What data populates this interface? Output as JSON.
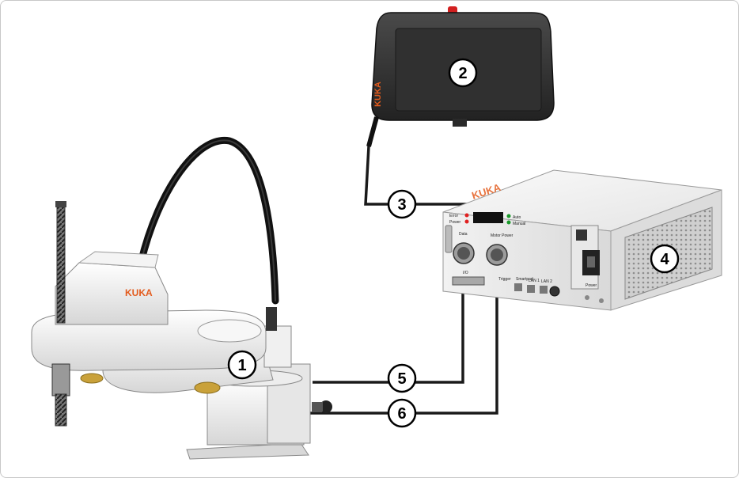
{
  "brand": {
    "label": "KUKA",
    "color": "#e35b1d"
  },
  "components": [
    {
      "id": "robot",
      "callout": "1",
      "icon": "scara-robot"
    },
    {
      "id": "smartpad",
      "callout": "2",
      "icon": "teach-pendant"
    },
    {
      "id": "smartpad-cable",
      "callout": "3",
      "icon": "cable"
    },
    {
      "id": "controller",
      "callout": "4",
      "icon": "robot-controller"
    },
    {
      "id": "data-cable",
      "callout": "5",
      "icon": "cable"
    },
    {
      "id": "motor-cable",
      "callout": "6",
      "icon": "cable"
    }
  ],
  "controller_panel": {
    "top_left": "Error",
    "top_left2": "Power",
    "top_right": "Auto",
    "top_right2": "Manual",
    "port1": "Data",
    "port2": "Motor Power",
    "bottom1": "I/O",
    "bottom2": "Trigger",
    "bottom3": "Smartpad",
    "bottom4": "LAN 1",
    "bottom5": "LAN 2",
    "power": "Power"
  },
  "colors": {
    "cable": "#1a1a1a",
    "outline": "#000000",
    "callout_fill": "#ffffff"
  }
}
